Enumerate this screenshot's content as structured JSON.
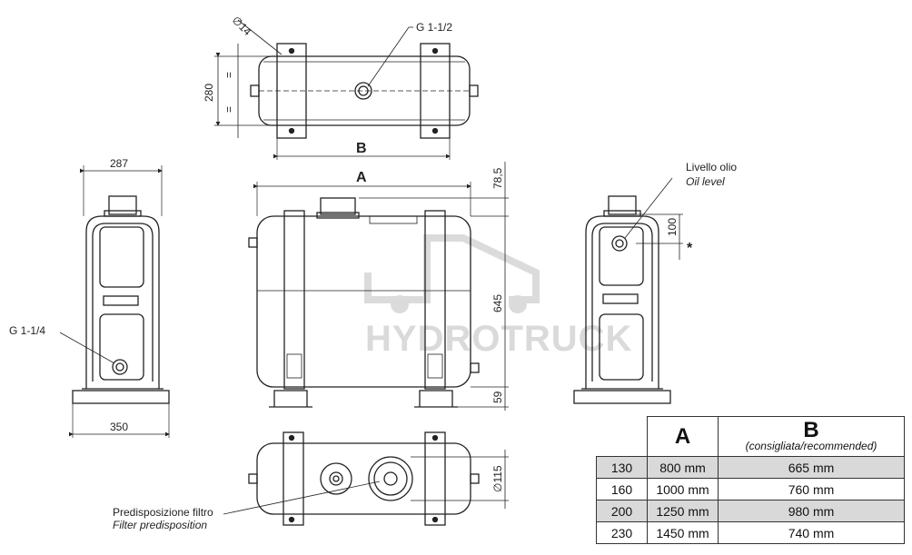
{
  "watermark": "HYDROTRUCK",
  "top_view": {
    "dia_label": "∅14",
    "port_label": "G 1-1/2",
    "height_dim": "280",
    "eq1": "=",
    "eq2": "=",
    "b_label": "B"
  },
  "side_view_left": {
    "width_top": "287",
    "port_label": "G 1-1/4",
    "width_bottom": "350"
  },
  "front_view": {
    "a_label": "A",
    "dim_top": "78,5",
    "dim_mid": "645",
    "dim_bottom": "59"
  },
  "side_view_right": {
    "level_it": "Livello olio",
    "level_en": "Oil level",
    "dim_100": "100",
    "star": "*"
  },
  "bottom_view": {
    "filter_it": "Predisposizione filtro",
    "filter_en": "Filter predisposition",
    "dia_label": "∅115"
  },
  "table": {
    "col_a": "A",
    "col_b": "B",
    "col_b_sub": "(consigliata/recommended)",
    "rows": [
      {
        "code": "130",
        "a": "800 mm",
        "b": "665 mm"
      },
      {
        "code": "160",
        "a": "1000 mm",
        "b": "760 mm"
      },
      {
        "code": "200",
        "a": "1250 mm",
        "b": "980 mm"
      },
      {
        "code": "230",
        "a": "1450 mm",
        "b": "740 mm"
      }
    ]
  }
}
